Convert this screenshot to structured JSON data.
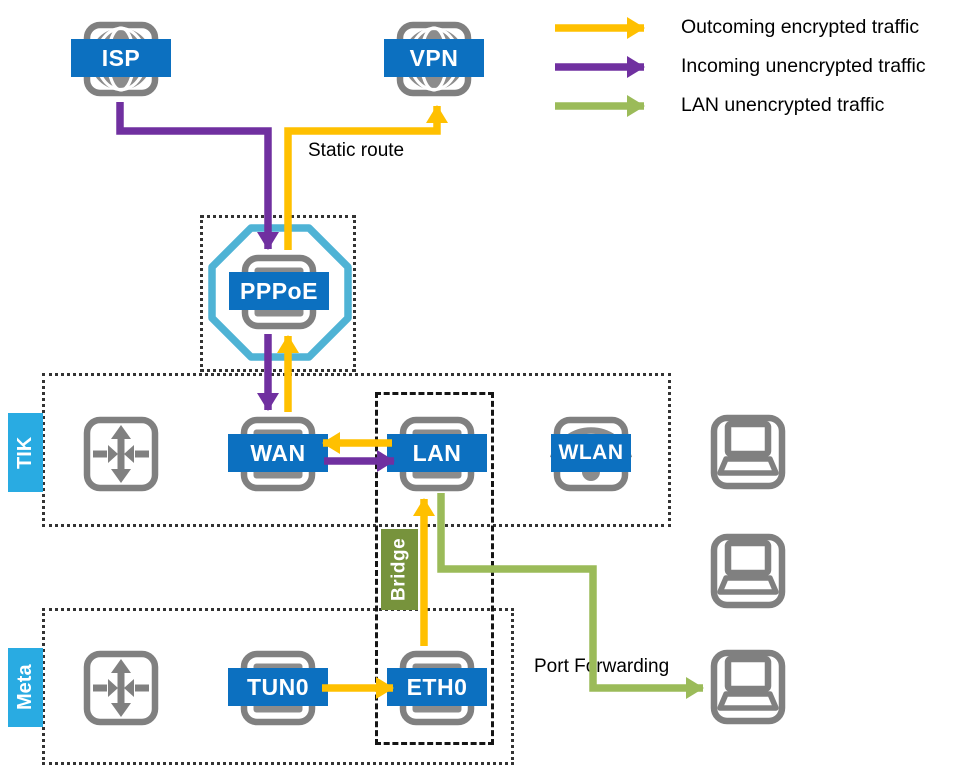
{
  "legend": {
    "items": [
      {
        "label": "Outcoming encrypted traffic",
        "color": "#FFC000"
      },
      {
        "label": "Incoming unencrypted traffic",
        "color": "#7030A0"
      },
      {
        "label": "LAN unencrypted traffic",
        "color": "#9BBB59"
      }
    ]
  },
  "nodes": {
    "isp": "ISP",
    "vpn": "VPN",
    "pppoe": "PPPoE",
    "wan": "WAN",
    "lan": "LAN",
    "wlan": "WLAN",
    "tun0": "TUN0",
    "eth0": "ETH0"
  },
  "groups": {
    "tik": "TIK",
    "meta": "Meta",
    "bridge": "Bridge"
  },
  "annotations": {
    "static_route": "Static route",
    "port_forwarding": "Port Forwarding"
  },
  "colors": {
    "encrypted_traffic": "#FFC000",
    "unencrypted_traffic": "#7030A0",
    "lan_traffic": "#9BBB59",
    "banner_blue": "#0C70C0",
    "group_label_cyan": "#29ABE2",
    "bridge_label_green": "#77933C",
    "icon_gray": "#808080",
    "icon_fill_gray": "#8C8C8C",
    "octagon_cyan": "#4FB3D5"
  }
}
